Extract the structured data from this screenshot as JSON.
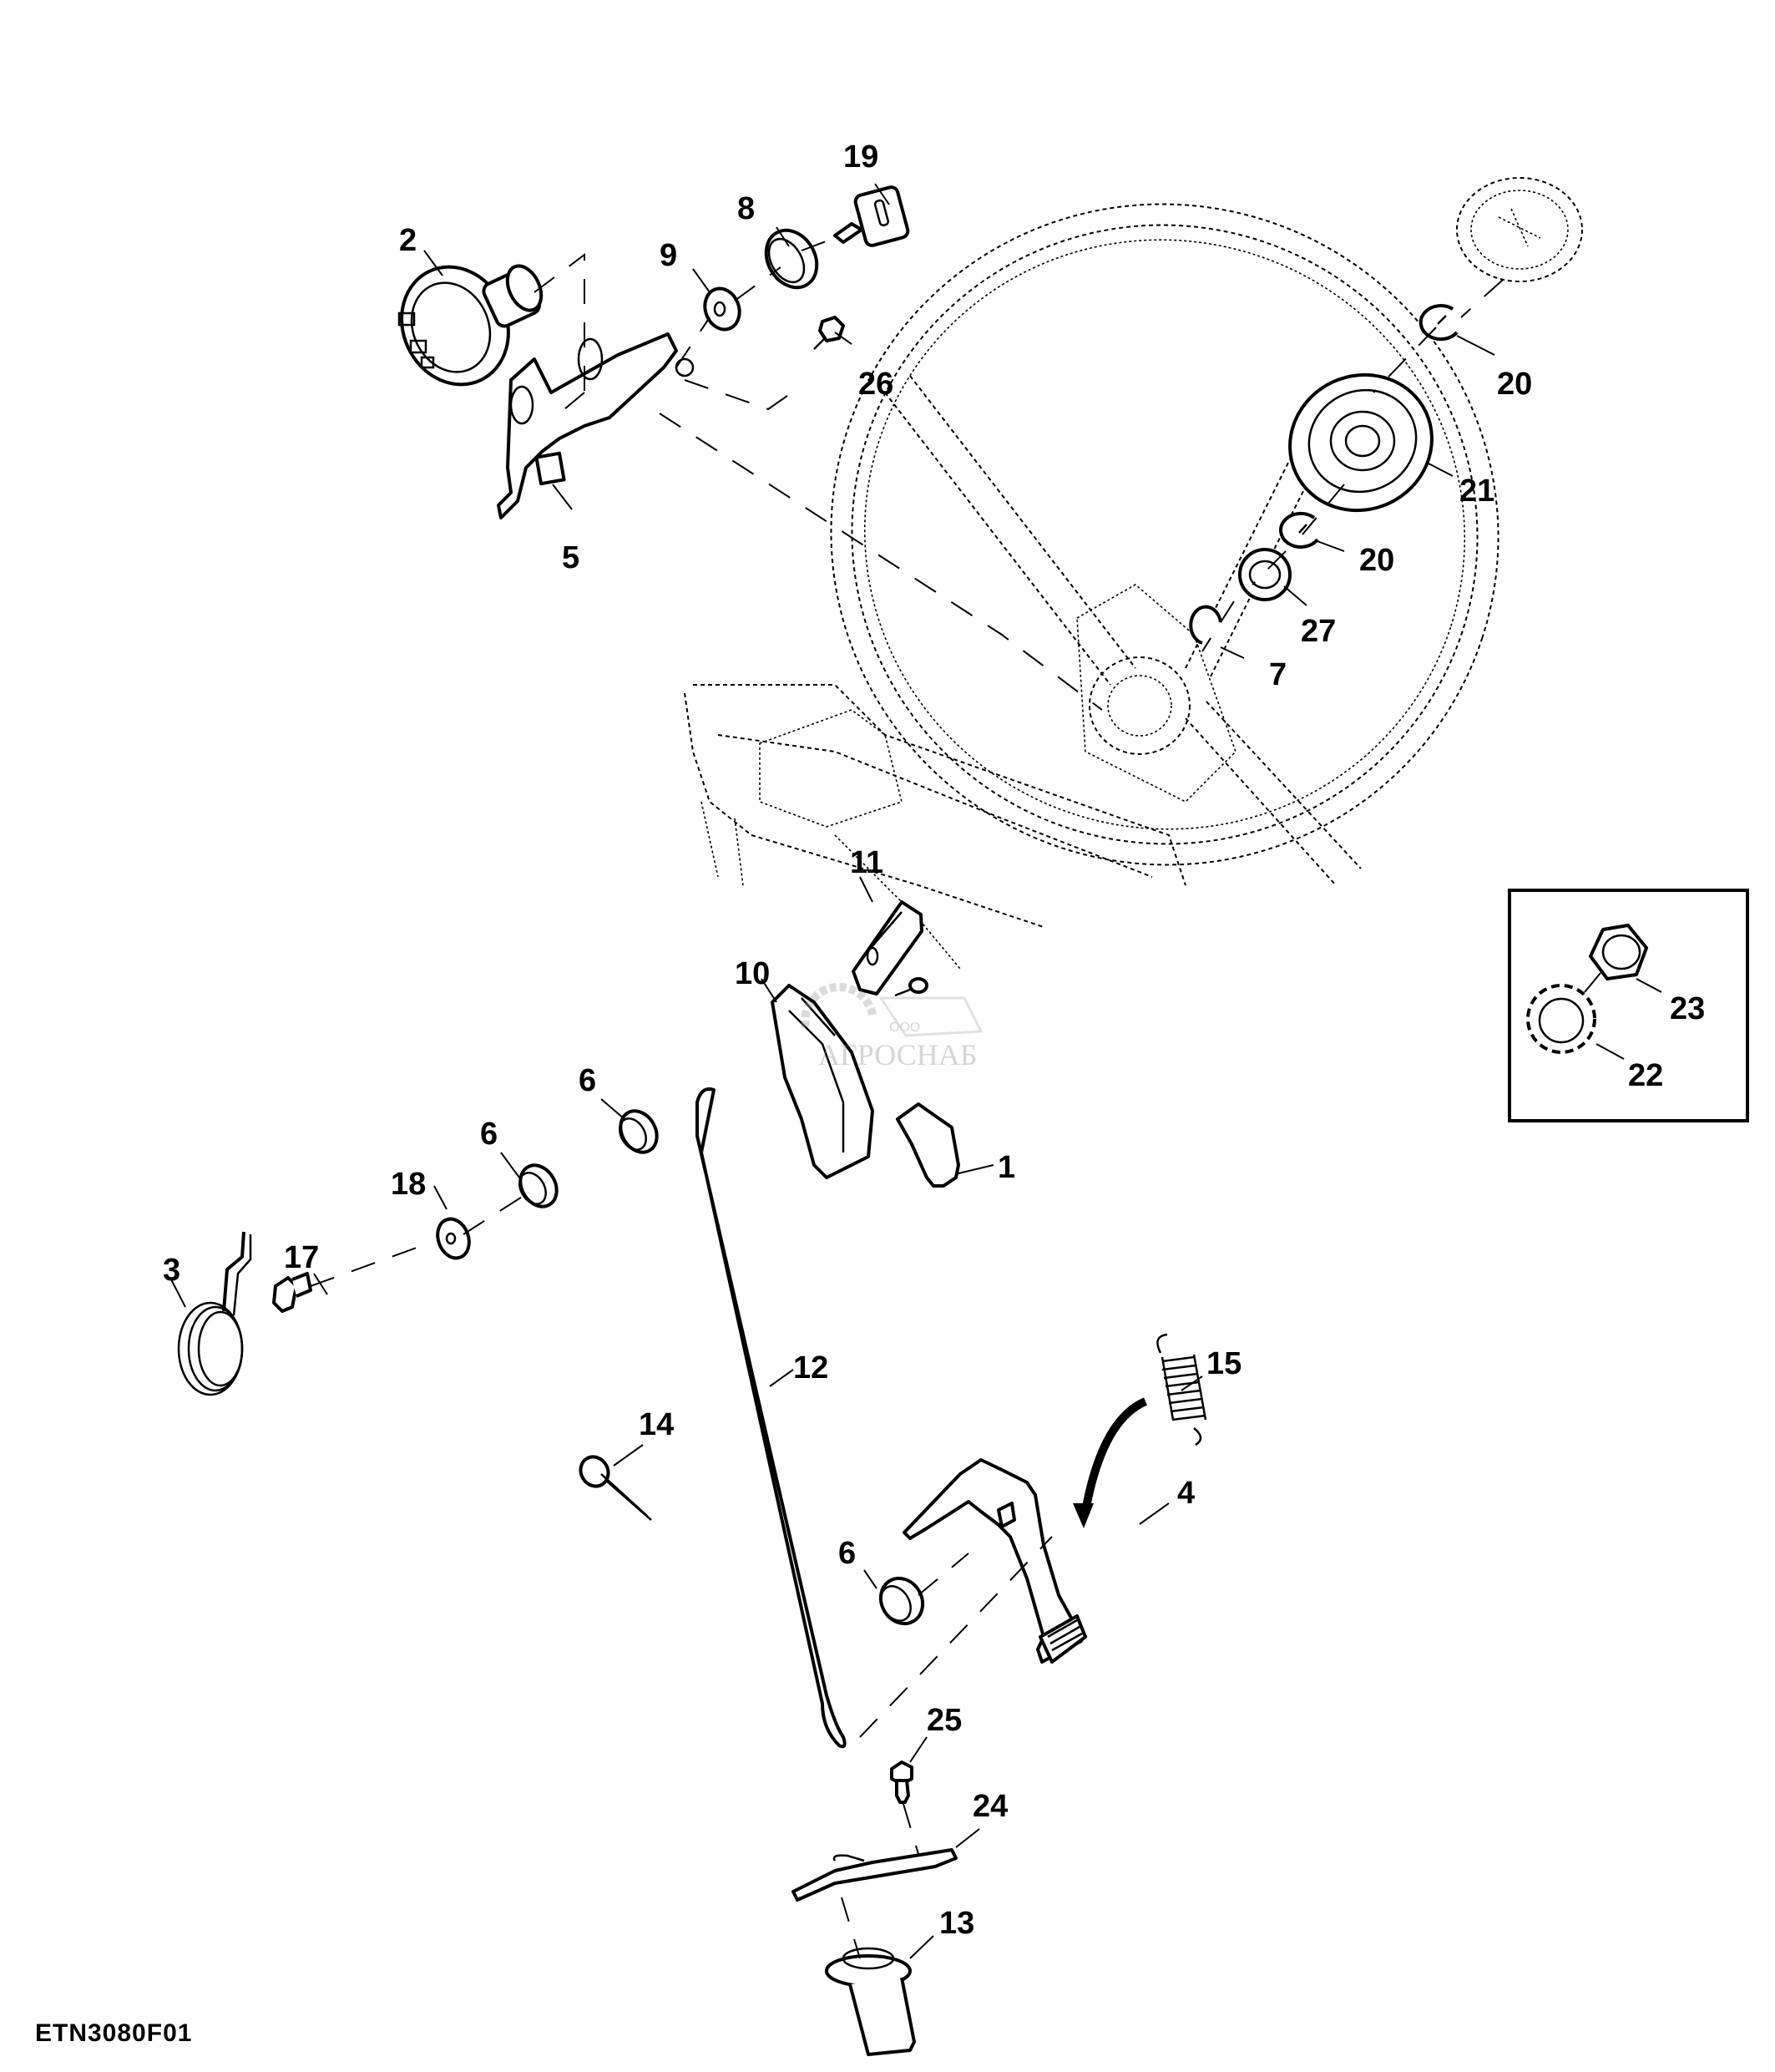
{
  "figure": {
    "id": "ETN3080F01",
    "description": "Exploded parts diagram: steering wheel, ignition switch and brake pedal assembly"
  },
  "watermark": {
    "prefix": "ООО",
    "name": "АГРОСНАБ"
  },
  "callouts": [
    {
      "number": "1",
      "part": "pedal-pad"
    },
    {
      "number": "2",
      "part": "ignition-switch"
    },
    {
      "number": "3",
      "part": "torsion-spring"
    },
    {
      "number": "4",
      "part": "brake-pedal"
    },
    {
      "number": "5",
      "part": "switch-bracket"
    },
    {
      "number": "6",
      "part": "bushing"
    },
    {
      "number": "6",
      "part": "bushing"
    },
    {
      "number": "6",
      "part": "bushing"
    },
    {
      "number": "7",
      "part": "snap-ring"
    },
    {
      "number": "8",
      "part": "switch-nut"
    },
    {
      "number": "9",
      "part": "washer"
    },
    {
      "number": "10",
      "part": "lever-grip"
    },
    {
      "number": "11",
      "part": "knob"
    },
    {
      "number": "12",
      "part": "brake-rod"
    },
    {
      "number": "13",
      "part": "boot"
    },
    {
      "number": "14",
      "part": "hair-pin-clip"
    },
    {
      "number": "15",
      "part": "extension-spring"
    },
    {
      "number": "17",
      "part": "cap-screw"
    },
    {
      "number": "18",
      "part": "washer"
    },
    {
      "number": "19",
      "part": "ignition-key"
    },
    {
      "number": "20",
      "part": "retainer-clip"
    },
    {
      "number": "20",
      "part": "retainer-clip"
    },
    {
      "number": "21",
      "part": "steering-adapter"
    },
    {
      "number": "22",
      "part": "lock-washer"
    },
    {
      "number": "23",
      "part": "hex-nut"
    },
    {
      "number": "24",
      "part": "plate"
    },
    {
      "number": "25",
      "part": "flange-screw"
    },
    {
      "number": "26",
      "part": "screw"
    },
    {
      "number": "27",
      "part": "bushing"
    }
  ],
  "inset": {
    "callouts": [
      "22",
      "23"
    ]
  }
}
